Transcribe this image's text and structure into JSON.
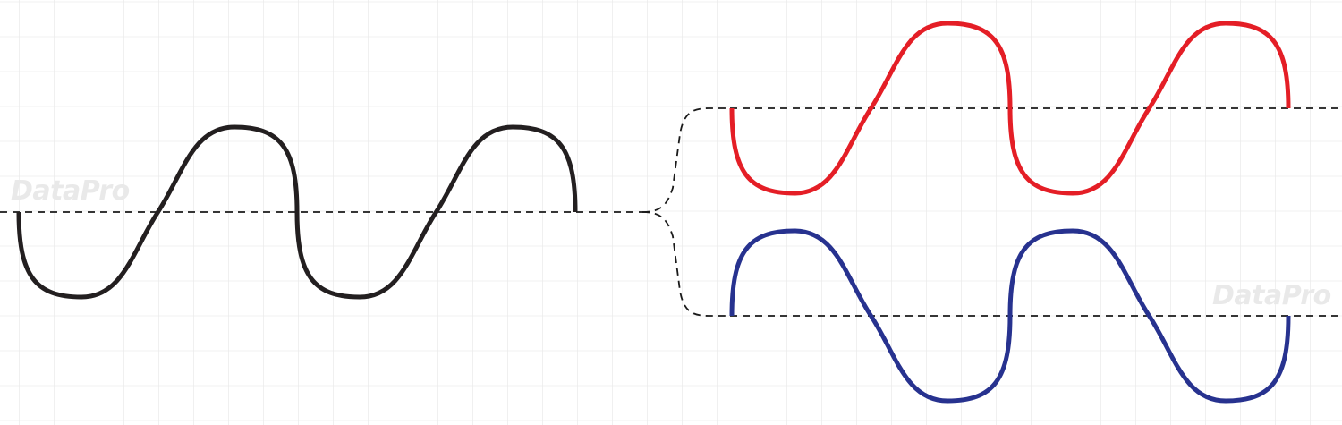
{
  "colors": {
    "background": "#ffffff",
    "grid": "#e6e6e6",
    "guide": "#1a1a1a",
    "input_wave": "#231f20",
    "upper_wave": "#e41e26",
    "lower_wave": "#27328f"
  },
  "watermarks": [
    "DataPro",
    "DataPro"
  ],
  "diagram": {
    "description_free": true,
    "input_wave": {
      "cycles": 2,
      "phase": "starts-downward"
    },
    "upper_wave": {
      "cycles": 2,
      "phase": "starts-downward"
    },
    "lower_wave": {
      "cycles": 2,
      "phase": "starts-upward"
    },
    "splitter": "dashed-brace"
  }
}
